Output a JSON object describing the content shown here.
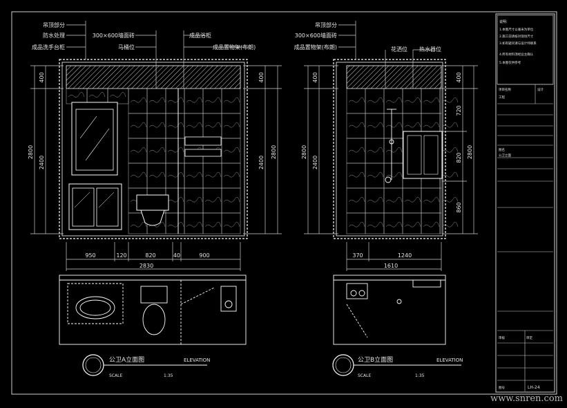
{
  "elevA": {
    "labels_left": [
      "吊顶部分",
      "防水处理",
      "成品洗手台柜"
    ],
    "labels_mid": [
      "300×600墙面砖",
      "马桶位"
    ],
    "labels_right": [
      "成品浴柜",
      "成品置物架(布朗)"
    ],
    "dims_vertical_left": [
      "400",
      "2800",
      "2400"
    ],
    "dims_vertical_right": [
      "400",
      "2400",
      "2800"
    ],
    "dims_bottom": [
      "950",
      "120",
      "820",
      "40",
      "900"
    ],
    "dim_total": "2830",
    "title": "公卫A立面图",
    "elevation": "ELEVATION",
    "scale_label": "SCALE",
    "scale_value": "1:35"
  },
  "elevB": {
    "labels_left": [
      "吊顶部分",
      "300×600墙面砖",
      "成品置物架(布朗)"
    ],
    "labels_top": [
      "花洒位",
      "热水器位"
    ],
    "dims_vertical_left": [
      "400",
      "2800",
      "2400"
    ],
    "dims_vertical_right": [
      "400",
      "720",
      "820",
      "860",
      "2800"
    ],
    "dims_bottom": [
      "370",
      "1240"
    ],
    "dim_total": "1610",
    "title": "公卫B立面图",
    "elevation": "ELEVATION",
    "scale_label": "SCALE",
    "scale_value": "1:35"
  },
  "title_block": {
    "notes": [
      "说明:",
      "1.本图尺寸以毫米为单位",
      "2.施工前请核对现场尺寸",
      "3.如有疑问请与设计师联系",
      "4.所有材料须经业主确认",
      "5.本图仅供参考"
    ],
    "rows": [
      [
        "项目名称",
        "设计"
      ],
      [
        "工程",
        ""
      ],
      [
        "图名",
        "公卫立面"
      ],
      [
        "审核",
        "审定"
      ],
      [
        "图号",
        "LH-24"
      ]
    ],
    "drawing_no": "LH-24"
  },
  "watermark": "www.snren.com"
}
